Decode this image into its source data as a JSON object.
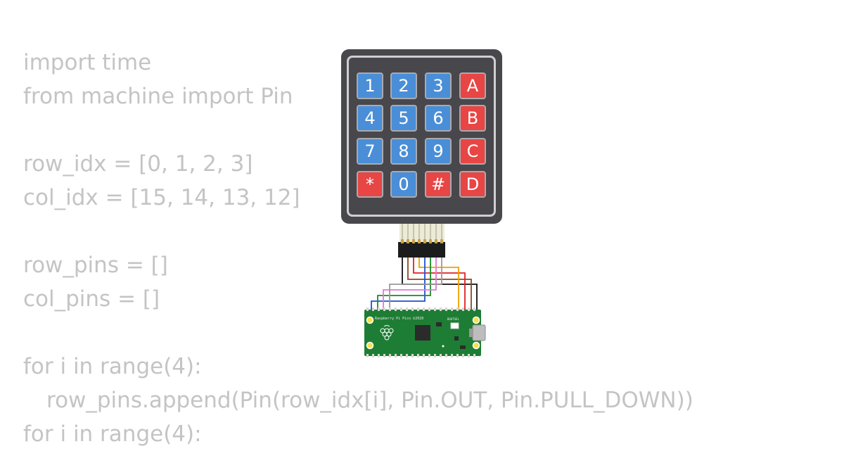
{
  "code": {
    "lines": [
      "import time",
      "from machine import Pin",
      "",
      "row_idx = [0, 1, 2, 3]",
      "col_idx = [15, 14, 13, 12]",
      "",
      "row_pins = []",
      "col_pins = []",
      "",
      "for i in range(4):",
      "row_pins.append(Pin(row_idx[i], Pin.OUT, Pin.PULL_DOWN))",
      "for i in range(4):"
    ]
  },
  "keypad": {
    "rows": [
      [
        "1",
        "2",
        "3",
        "A"
      ],
      [
        "4",
        "5",
        "6",
        "B"
      ],
      [
        "7",
        "8",
        "9",
        "C"
      ],
      [
        "*",
        "0",
        "#",
        "D"
      ]
    ]
  },
  "board": {
    "label": "Raspberry Pi Pico ©2020",
    "bootsel_label": "BOOTSEL"
  },
  "colors": {
    "key_blue": "#4a8ed7",
    "key_red": "#e84545",
    "keypad_body": "#48474b",
    "board_green": "#1e7d34",
    "code_text": "#c4c4c4"
  }
}
